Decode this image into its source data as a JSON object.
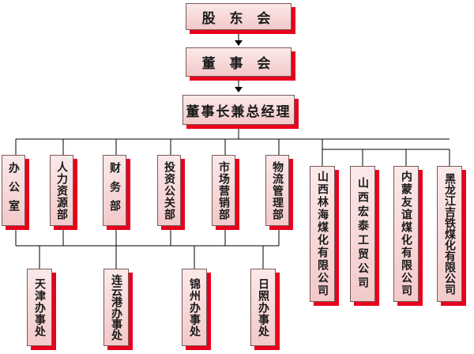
{
  "top": {
    "shareholders": "股 东 会",
    "board": "董 事 会",
    "chairman": "董事长兼总经理"
  },
  "departments": [
    "办公室",
    "人力资源部",
    "财务部",
    "投资公关部",
    "市场营销部",
    "物流管理部"
  ],
  "companies": [
    "山西林海煤化有限公司",
    "山西宏泰工贸公司",
    "内蒙友谊煤化有限公司",
    "黑龙江吉铁煤化有限公司"
  ],
  "offices": [
    "天津办事处",
    "连云港办事处",
    "锦州办事处",
    "日照办事处"
  ],
  "colors": {
    "shadow": "#e8001c",
    "box_top": "#fbe9e9",
    "box_bottom": "#f3c9c9",
    "line": "#000000"
  }
}
